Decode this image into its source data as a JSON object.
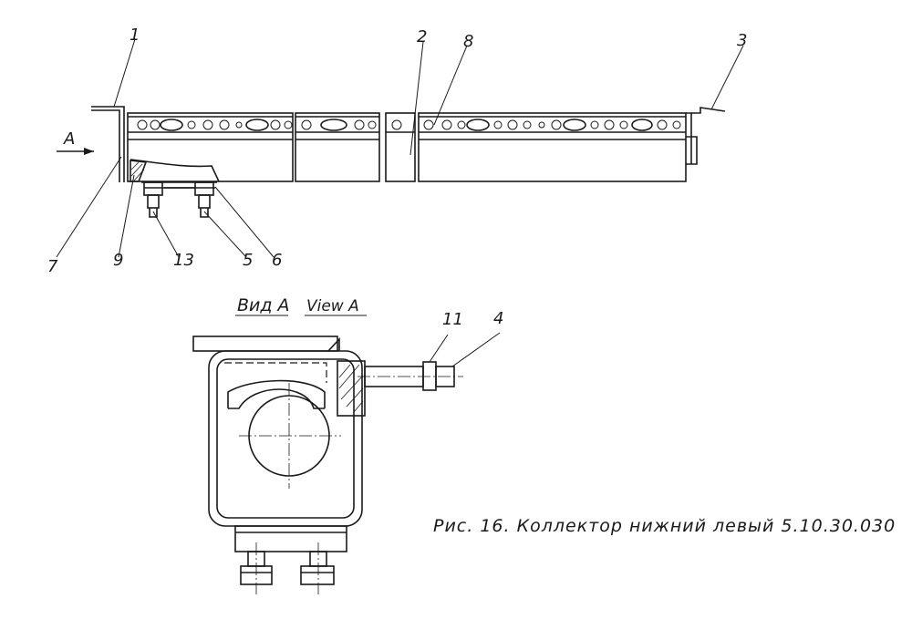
{
  "drawing": {
    "view_arrow_label": "A",
    "callouts": [
      "1",
      "2",
      "3",
      "4",
      "5",
      "6",
      "7",
      "8",
      "9",
      "11",
      "13"
    ],
    "section_title_ru": "Вид А",
    "section_title_en": "View A",
    "caption": "Рис. 16. Коллектор нижний левый 5.10.30.030"
  }
}
